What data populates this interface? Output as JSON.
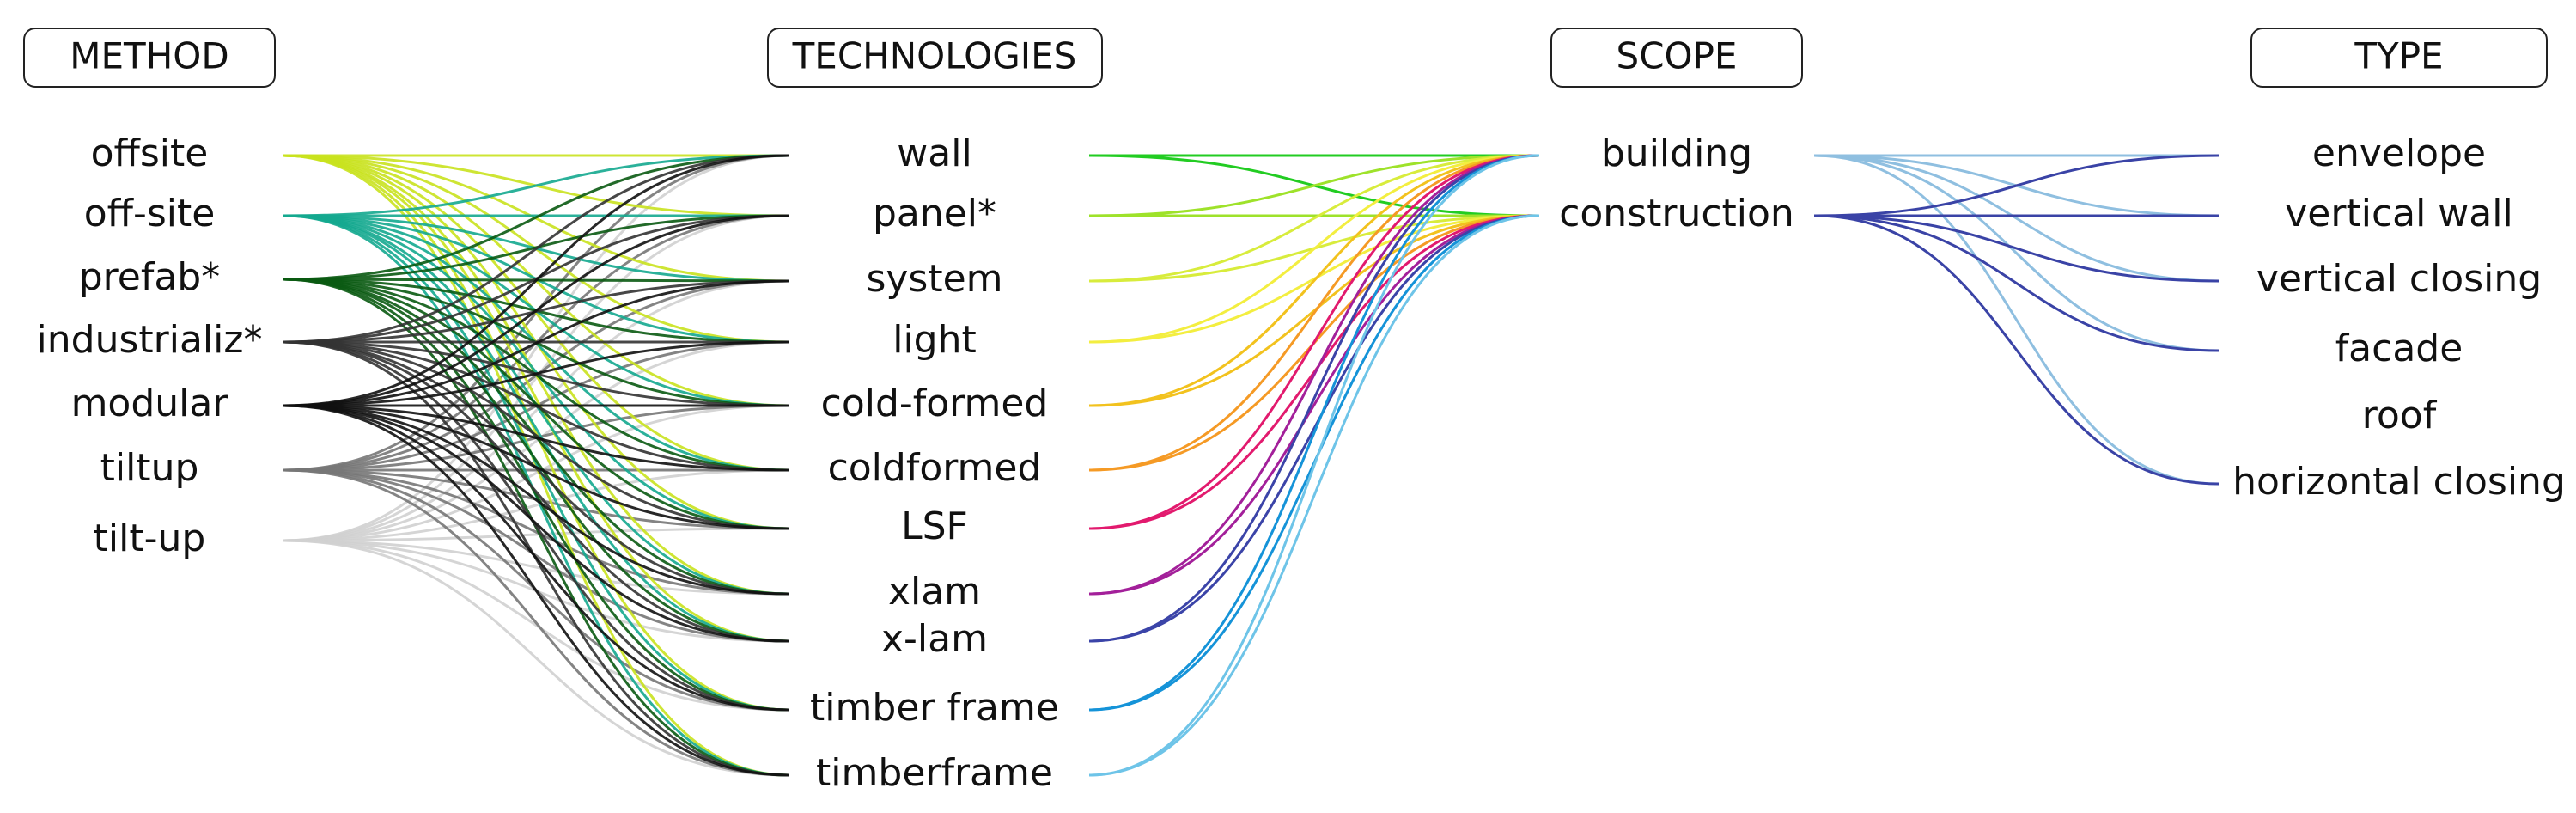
{
  "headers": {
    "method": "METHOD",
    "technologies": "TECHNOLOGIES",
    "scope": "SCOPE",
    "type": "TYPE"
  },
  "method_nodes": [
    {
      "id": "offsite",
      "label": "offsite",
      "color": "#c9e21e"
    },
    {
      "id": "off-site",
      "label": "off-site",
      "color": "#14a88f"
    },
    {
      "id": "prefab",
      "label": "prefab*",
      "color": "#0a5a12"
    },
    {
      "id": "industrializ",
      "label": "industrializ*",
      "color": "#333333"
    },
    {
      "id": "modular",
      "label": "modular",
      "color": "#111111"
    },
    {
      "id": "tiltup",
      "label": "tiltup",
      "color": "#777777"
    },
    {
      "id": "tilt-up",
      "label": "tilt-up",
      "color": "#d0d0d0"
    }
  ],
  "technology_nodes": [
    {
      "id": "wall",
      "label": "wall",
      "color": "#22cc22"
    },
    {
      "id": "panel",
      "label": "panel*",
      "color": "#9ee22a"
    },
    {
      "id": "system",
      "label": "system",
      "color": "#d8ec3c"
    },
    {
      "id": "light",
      "label": "light",
      "color": "#f3ee40"
    },
    {
      "id": "cold-formed",
      "label": "cold-formed",
      "color": "#f2c21e"
    },
    {
      "id": "coldformed",
      "label": "coldformed",
      "color": "#f59a25"
    },
    {
      "id": "lsf",
      "label": "LSF",
      "color": "#e21a6e"
    },
    {
      "id": "xlam",
      "label": "xlam",
      "color": "#a3209a"
    },
    {
      "id": "x-lam",
      "label": "x-lam",
      "color": "#3b44a8"
    },
    {
      "id": "timber-frame",
      "label": "timber frame",
      "color": "#1593d8"
    },
    {
      "id": "timberframe",
      "label": "timberframe",
      "color": "#6ec4e8"
    }
  ],
  "scope_nodes": [
    {
      "id": "building",
      "label": "building",
      "color": "#8fbfe0"
    },
    {
      "id": "construction",
      "label": "construction",
      "color": "#3a43a6"
    }
  ],
  "type_nodes": [
    {
      "id": "envelope",
      "label": "envelope"
    },
    {
      "id": "vertical-wall",
      "label": "vertical wall"
    },
    {
      "id": "vertical-closing",
      "label": "vertical closing"
    },
    {
      "id": "facade",
      "label": "facade"
    },
    {
      "id": "roof",
      "label": "roof"
    },
    {
      "id": "horizontal-closing",
      "label": "horizontal closing"
    }
  ],
  "links_method_technology": [
    {
      "source": "offsite",
      "targets": [
        "wall",
        "panel",
        "system",
        "light",
        "cold-formed",
        "coldformed",
        "lsf",
        "xlam",
        "x-lam",
        "timber-frame",
        "timberframe"
      ]
    },
    {
      "source": "off-site",
      "targets": [
        "wall",
        "panel",
        "system",
        "light",
        "cold-formed",
        "coldformed",
        "lsf",
        "xlam",
        "x-lam",
        "timber-frame",
        "timberframe"
      ]
    },
    {
      "source": "prefab",
      "targets": [
        "wall",
        "panel",
        "system",
        "light",
        "cold-formed",
        "coldformed",
        "lsf",
        "xlam",
        "x-lam",
        "timber-frame",
        "timberframe"
      ]
    },
    {
      "source": "industrializ",
      "targets": [
        "wall",
        "panel",
        "system",
        "light",
        "cold-formed",
        "coldformed",
        "lsf",
        "xlam",
        "x-lam",
        "timber-frame",
        "timberframe"
      ]
    },
    {
      "source": "modular",
      "targets": [
        "wall",
        "panel",
        "system",
        "light",
        "cold-formed",
        "coldformed",
        "lsf",
        "xlam",
        "x-lam",
        "timber-frame",
        "timberframe"
      ]
    },
    {
      "source": "tiltup",
      "targets": [
        "wall",
        "panel",
        "system",
        "light",
        "cold-formed",
        "coldformed",
        "lsf",
        "xlam",
        "x-lam",
        "timber-frame",
        "timberframe"
      ]
    },
    {
      "source": "tilt-up",
      "targets": [
        "wall",
        "panel",
        "system",
        "light",
        "cold-formed",
        "coldformed",
        "lsf",
        "xlam",
        "x-lam",
        "timber-frame",
        "timberframe"
      ]
    }
  ],
  "links_technology_scope": [
    {
      "source": "wall",
      "targets": [
        "building",
        "construction"
      ]
    },
    {
      "source": "panel",
      "targets": [
        "building",
        "construction"
      ]
    },
    {
      "source": "system",
      "targets": [
        "building",
        "construction"
      ]
    },
    {
      "source": "light",
      "targets": [
        "building",
        "construction"
      ]
    },
    {
      "source": "cold-formed",
      "targets": [
        "building",
        "construction"
      ]
    },
    {
      "source": "coldformed",
      "targets": [
        "building",
        "construction"
      ]
    },
    {
      "source": "lsf",
      "targets": [
        "building",
        "construction"
      ]
    },
    {
      "source": "xlam",
      "targets": [
        "building",
        "construction"
      ]
    },
    {
      "source": "x-lam",
      "targets": [
        "building",
        "construction"
      ]
    },
    {
      "source": "timber-frame",
      "targets": [
        "building",
        "construction"
      ]
    },
    {
      "source": "timberframe",
      "targets": [
        "building",
        "construction"
      ]
    }
  ],
  "links_scope_type": [
    {
      "source": "building",
      "targets": [
        "envelope",
        "vertical-wall",
        "vertical-closing",
        "facade",
        "horizontal-closing"
      ]
    },
    {
      "source": "construction",
      "targets": [
        "envelope",
        "vertical-wall",
        "vertical-closing",
        "facade",
        "horizontal-closing"
      ]
    }
  ]
}
